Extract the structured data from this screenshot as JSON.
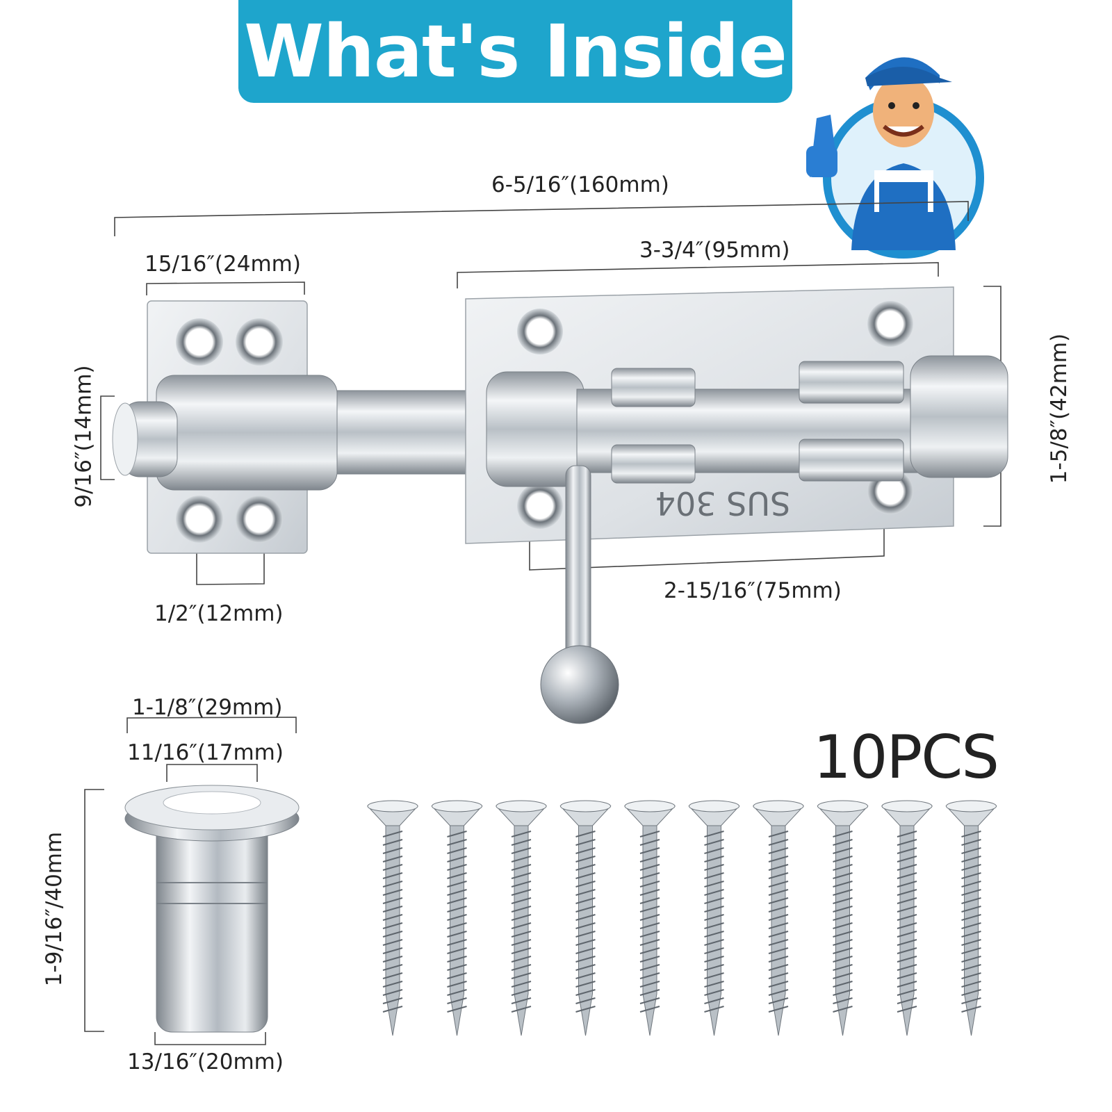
{
  "title": "What's Inside",
  "dimensions": {
    "overall_length": "6-5/16″(160mm)",
    "body_length": "3-3/4″(95mm)",
    "keeper_width": "15/16″(24mm)",
    "bolt_diameter": "9/16″(14mm)",
    "body_height": "1-5/8″(42mm)",
    "keeper_hole_spacing": "1/2″(12mm)",
    "body_hole_spacing": "2-15/16″(75mm)",
    "strike_outer_diameter": "1-1/8″(29mm)",
    "strike_inner_diameter": "11/16″(17mm)",
    "strike_height": "1-9/16″/40mm",
    "strike_base_diameter": "13/16″(20mm)"
  },
  "stamp": "SUS 304",
  "screw_count_label": "10PCS",
  "colors": {
    "banner": "#1ea5cc",
    "metal": "#c9ced4",
    "line": "#333333"
  },
  "icons": [
    "worker-mascot",
    "barrel-bolt-latch",
    "strike-cup",
    "screw"
  ]
}
